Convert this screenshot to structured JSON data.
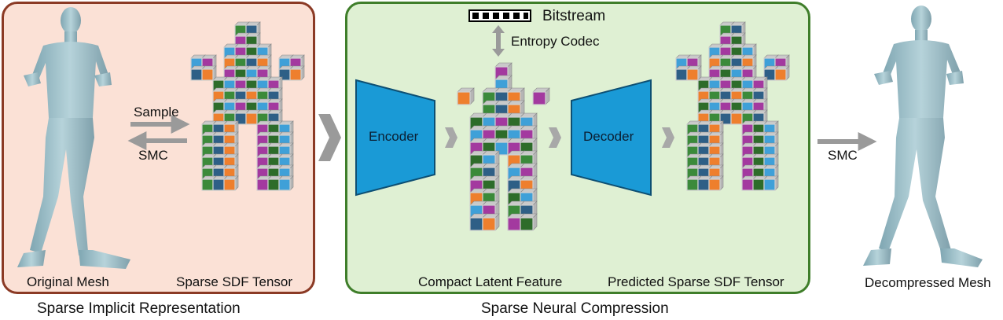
{
  "panels": {
    "left_title": "Sparse Implicit Representation",
    "middle_title": "Sparse Neural Compression"
  },
  "labels": {
    "original_mesh": "Original Mesh",
    "sparse_sdf": "Sparse SDF Tensor",
    "sample": "Sample",
    "smc_left": "SMC",
    "bitstream": "Bitstream",
    "entropy_codec": "Entropy Codec",
    "encoder": "Encoder",
    "decoder": "Decoder",
    "compact_latent": "Compact Latent Feature",
    "predicted_sdf": "Predicted Sparse SDF Tensor",
    "smc_right": "SMC",
    "decompressed_mesh": "Decompressed Mesh"
  },
  "colors": {
    "left_panel_fill": "#fbe1d6",
    "left_panel_border": "#8b3a25",
    "middle_panel_fill": "#dff0d3",
    "middle_panel_border": "#3f7e2a",
    "codec_block": "#1a9ad6",
    "mesh": "#9fc2cc",
    "voxel_palette": [
      "#2e5f86",
      "#3fa0d8",
      "#ee7f2d",
      "#a3399f",
      "#3b8a3a",
      "#2d6c2a"
    ]
  }
}
